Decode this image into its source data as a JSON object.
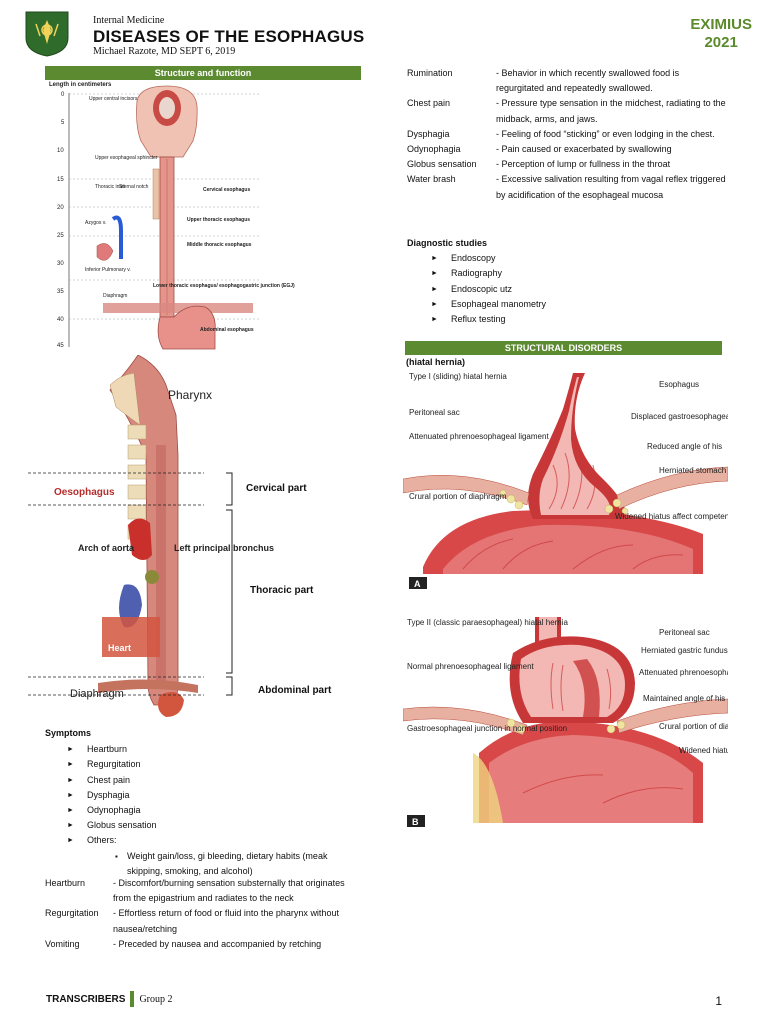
{
  "header": {
    "department": "Internal Medicine",
    "title": "DISEASES OF THE ESOPHAGUS",
    "author_date": "Michael Razote, MD   SEPT 6, 2019",
    "brand": "EXIMIUS",
    "year": "2021"
  },
  "left": {
    "section_title": "Structure and function",
    "fig1": {
      "axis_title": "Length in centimeters",
      "ticks": [
        "0",
        "5",
        "10",
        "15",
        "20",
        "25",
        "30",
        "35",
        "40",
        "45"
      ],
      "labels": {
        "upper_incisors": "Upper central incisors",
        "ues": "Upper esophageal sphincter",
        "thoracic_inlet": "Thoracic inlet",
        "sternal_notch": "Sternal notch",
        "azygos": "Azygos v.",
        "inferior_pulm": "Inferior Pulmonary v.",
        "diaphragm": "Diaphragm",
        "cervical": "Cervical esophagus",
        "upper_thoracic": "Upper thoracic esophagus",
        "middle_thoracic": "Middle thoracic esophagus",
        "lower_thoracic": "Lower thoracic esophagus/ esophagogastric junction (EGJ)",
        "abdominal": "Abdominal esophagus"
      }
    },
    "fig2": {
      "pharynx": "Pharynx",
      "oesophagus": "Oesophagus",
      "arch_of_aorta": "Arch of aorta",
      "left_bronchus": "Left principal bronchus",
      "heart": "Heart",
      "diaphragm": "Diaphragm",
      "cervical_part": "Cervical part",
      "thoracic_part": "Thoracic part",
      "abdominal_part": "Abdominal part"
    },
    "symptoms": {
      "heading": "Symptoms",
      "items": [
        "Heartburn",
        "Regurgitation",
        "Chest pain",
        "Dysphagia",
        "Odynophagia",
        "Globus sensation",
        "Others:"
      ],
      "others_sub": [
        "Weight gain/loss, gi bleeding, dietary habits (meak skipping, smoking, and alcohol)"
      ]
    },
    "definitions": [
      {
        "term": "Heartburn",
        "def": "- Discomfort/burning sensation substernally that originates from the epigastrium and radiates to the neck"
      },
      {
        "term": "Regurgitation",
        "def": "- Effortless return of food or fluid into the pharynx without nausea/retching"
      },
      {
        "term": "Vomiting",
        "def": "- Preceded by nausea and accompanied by retching"
      }
    ]
  },
  "right": {
    "definitions": [
      {
        "term": "Rumination",
        "def": "- Behavior in which recently swallowed food is regurgitated and repeatedly swallowed."
      },
      {
        "term": "Chest pain",
        "def": "- Pressure type sensation in the midchest, radiating to the midback, arms, and jaws."
      },
      {
        "term": "Dysphagia",
        "def": "- Feeling of food “sticking” or even lodging in the chest."
      },
      {
        "term": "Odynophagia",
        "def": "- Pain caused or exacerbated by swallowing"
      },
      {
        "term": "Globus sensation",
        "def": "- Perception of lump or fullness in the throat"
      },
      {
        "term": "Water brash",
        "def": "- Excessive salivation resulting from vagal reflex triggered by acidification of the esophageal mucosa"
      }
    ],
    "diagnostic": {
      "heading": "Diagnostic studies",
      "items": [
        "Endoscopy",
        "Radiography",
        "Endoscopic utz",
        "Esophageal manometry",
        "Reflux testing"
      ]
    },
    "structural_title": "STRUCTURAL DISORDERS",
    "hiatal_label": "(hiatal hernia)",
    "figA": {
      "panel": "A",
      "type": "Type I (sliding) hiatal hernia",
      "peritoneal_sac": "Peritoneal sac",
      "attenuated": "Attenuated phrenoesophageal ligament",
      "crural": "Crural portion of diaphragm",
      "esophagus": "Esophagus",
      "displaced": "Displaced gastroesophageal junction",
      "reduced": "Reduced angle of his",
      "herniated": "Herniated stomach",
      "widened": "Widened hiatus affect competence of crura"
    },
    "figB": {
      "panel": "B",
      "type": "Type II (classic paraesophageal) hiatal hernia",
      "normal": "Normal phrenoesophageal ligament",
      "gej": "Gastroesophageal junction in normal position",
      "peritoneal_sac": "Peritoneal sac",
      "herniated_fundus": "Herniated gastric fundus",
      "attenuated": "Attenuated phrenoesophageal ligament",
      "maintained": "Maintained angle of his",
      "crural": "Crural portion of diaphragm",
      "widened": "Widened hiatus"
    }
  },
  "footer": {
    "transcribers": "TRANSCRIBERS",
    "group": "Group 2",
    "page": "1"
  }
}
